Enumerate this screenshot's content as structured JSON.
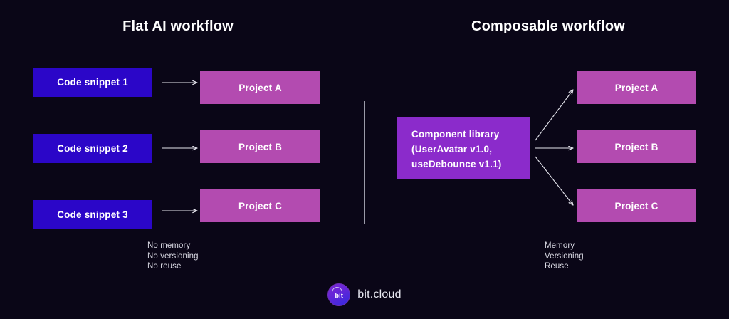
{
  "background_color": "#0a0617",
  "colors": {
    "snippet_box": "#2b06c8",
    "project_box": "#b34bb0",
    "library_box": "#8b2bcb",
    "arrow": "#e6e6ee",
    "divider": "#9a9aa8",
    "title_text": "#ffffff",
    "caption_text": "#d9d9e3"
  },
  "left_panel": {
    "title": "Flat AI workflow",
    "sources": [
      {
        "label": "Code snippet 1"
      },
      {
        "label": "Code snippet 2"
      },
      {
        "label": "Code snippet 3"
      }
    ],
    "targets": [
      {
        "label": "Project A"
      },
      {
        "label": "Project B"
      },
      {
        "label": "Project C"
      }
    ],
    "caption": "No memory\nNo versioning\nNo reuse"
  },
  "right_panel": {
    "title": "Composable workflow",
    "library": {
      "line1": "Component library",
      "line2": "(UserAvatar v1.0,",
      "line3": "useDebounce v1.1)"
    },
    "targets": [
      {
        "label": "Project A"
      },
      {
        "label": "Project B"
      },
      {
        "label": "Project C"
      }
    ],
    "caption": "Memory\nVersioning\nReuse"
  },
  "footer": {
    "logo_mark_text": "bit",
    "brand": "bit.cloud"
  }
}
